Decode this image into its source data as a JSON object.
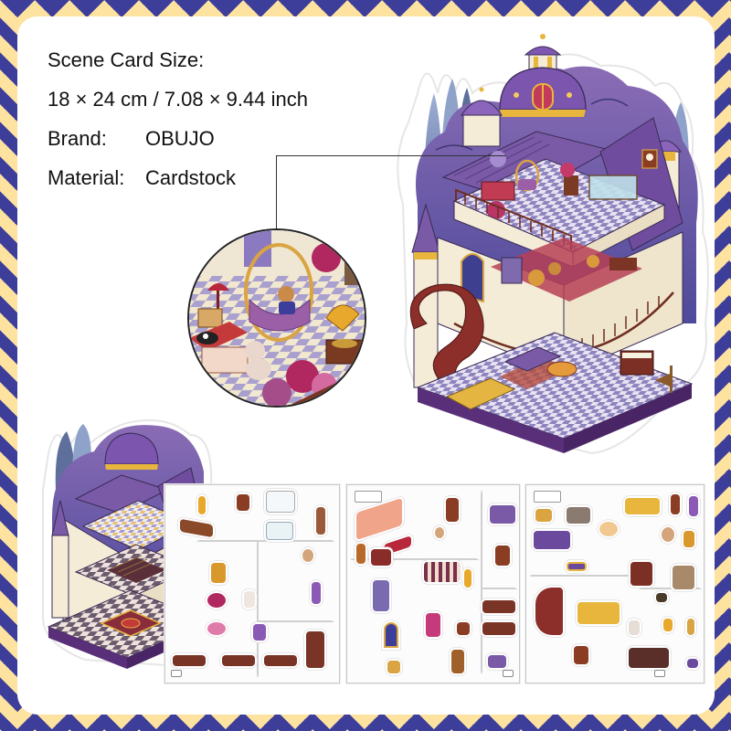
{
  "specs": {
    "size_label": "Scene Card Size:",
    "size_value": "18 × 24 cm / 7.08 × 9.44 inch",
    "brand_label": "Brand:",
    "brand_value": "OBUJO",
    "material_label": "Material:",
    "material_value": "Cardstock"
  },
  "colors": {
    "border_navy": "#3d3d9a",
    "border_yellow": "#fde2a0",
    "card_bg": "#ffffff",
    "scene_purple": "#6b4a9e",
    "scene_lavender": "#9c86c9",
    "wood_brown": "#7a3426",
    "gold": "#e8b63c"
  },
  "images": {
    "main_scene": "completed-castle-scene-card",
    "detail_inset": "hanging-chair-closeup",
    "blank_scene": "blank-castle-scene-card",
    "sticker_sheets": [
      "sticker-sheet-1",
      "sticker-sheet-2",
      "sticker-sheet-3"
    ]
  }
}
